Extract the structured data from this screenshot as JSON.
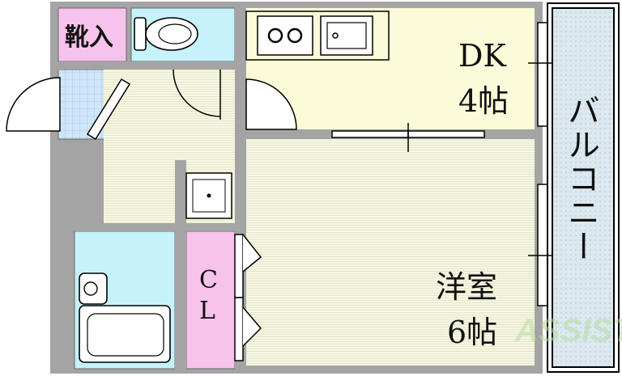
{
  "floorplan": {
    "rooms": {
      "entrance_storage": "靴入",
      "dining_kitchen": "DK",
      "dining_kitchen_size": "4帖",
      "western_room": "洋室",
      "western_room_size": "6帖",
      "closet_line1": "C",
      "closet_line2": "L",
      "balcony": "バルコニー"
    },
    "watermark": "ASSIST",
    "colors": {
      "wall": "#a4a4a4",
      "floor_wood": "#f6f6e2",
      "floor_kitchen": "#fbfbd9",
      "tile_blue": "#cfe6fa",
      "closet_pink": "#f7c3ec",
      "wet_room": "#c6f3fb",
      "balcony": "#dbe8ee"
    }
  }
}
